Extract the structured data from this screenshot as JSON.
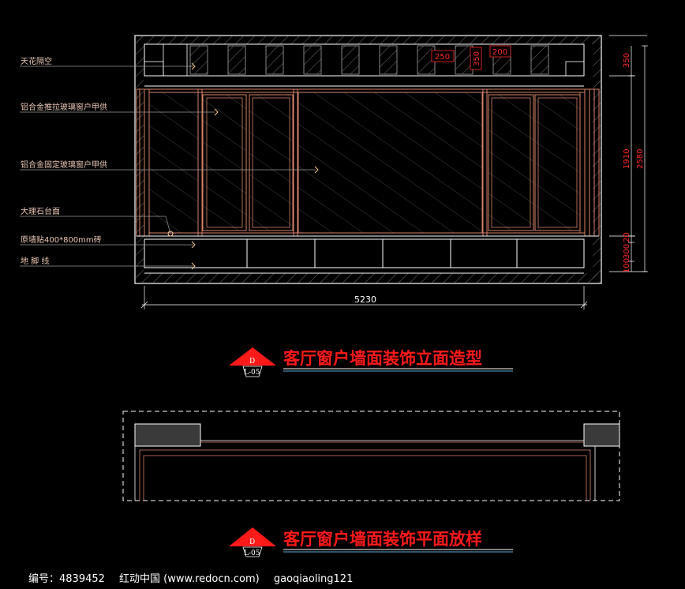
{
  "elevation": {
    "labels": [
      "天花隔空",
      "铝合金推拉玻璃窗户甲供",
      "铝合金固定玻璃窗户甲供",
      "大理石台面",
      "原墙贴400*800mm砖",
      "地 脚 线"
    ],
    "top_dims": [
      "250",
      "350",
      "200"
    ],
    "right_dims": [
      "350",
      "1910",
      "2580",
      "20",
      "300",
      "100"
    ],
    "width_dim": "5230"
  },
  "titles": {
    "elevation": "客厅窗户墙面装饰立面造型",
    "plan": "客厅窗户墙面装饰平面放样",
    "tag_letter": "D",
    "tag_code": "L-05"
  },
  "footer": {
    "code": "编号：4839452",
    "site": "红动中国 (www.redocn.com)",
    "user": "gaoqiaoling121"
  },
  "colors": {
    "outline": "#ffffff",
    "frame": "#d9826a",
    "dimension": "#ff2a2a",
    "title": "#ff1a1a",
    "background": "#000000"
  }
}
